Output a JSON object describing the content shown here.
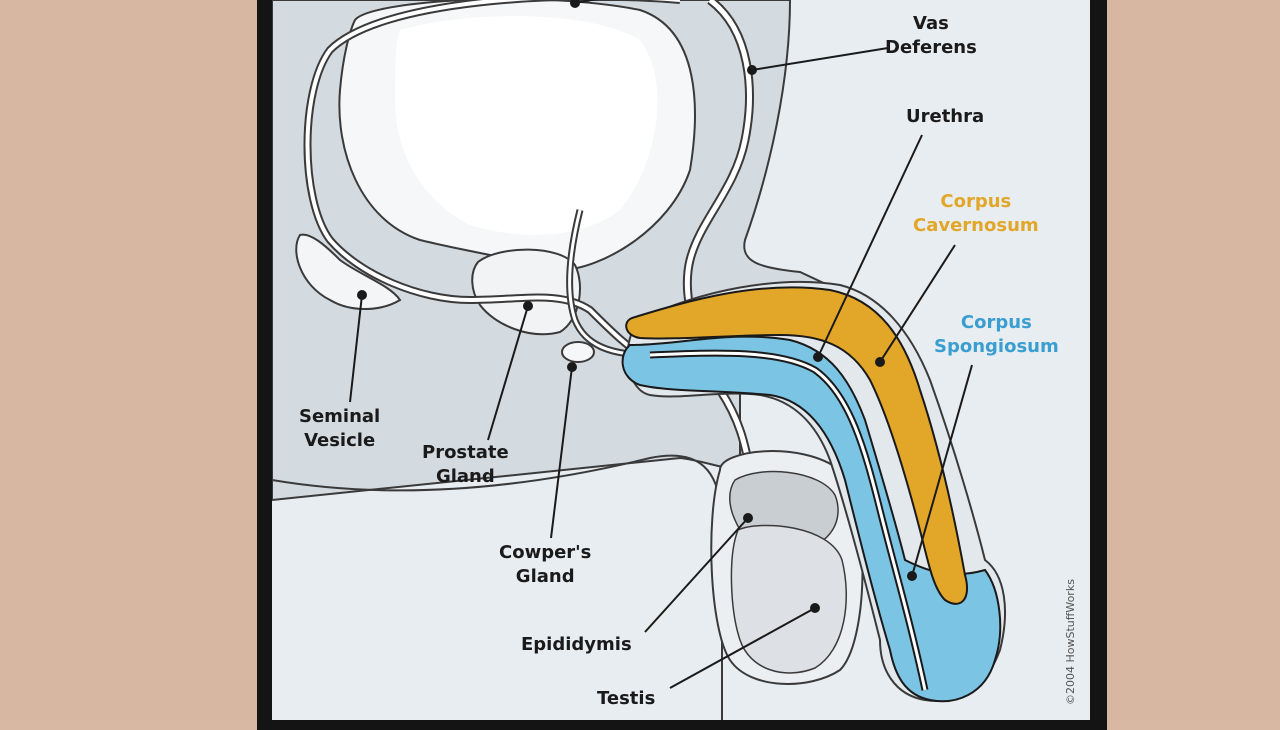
{
  "labels": {
    "vas_deferens": [
      "Vas",
      "Deferens"
    ],
    "urethra": "Urethra",
    "corpus_cavernosum": [
      "Corpus",
      "Cavernosum"
    ],
    "corpus_spongiosum": [
      "Corpus",
      "Spongiosum"
    ],
    "seminal_vesicle": [
      "Seminal",
      "Vesicle"
    ],
    "prostate_gland": [
      "Prostate",
      "Gland"
    ],
    "cowpers_gland": [
      "Cowper's",
      "Gland"
    ],
    "epididymis": "Epididymis",
    "testis": "Testis"
  },
  "copyright": "©2004 HowStuffWorks",
  "colors": {
    "background": "#d7b7a1",
    "frame": "#141414",
    "panel": "#e8edf1",
    "body_tissue": "#d3dae0",
    "bladder": "#f6f7f8",
    "cavernosum": "#e2a629",
    "spongiosum": "#7cc4e4",
    "outline": "#1a1a1a"
  }
}
